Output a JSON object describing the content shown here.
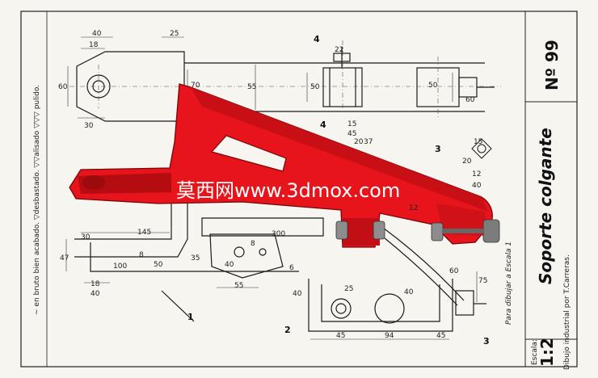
{
  "sheet": {
    "plate_number": "Nº 99",
    "title": "Soporte colgante",
    "instruction": "Para dibujar a Escala 1",
    "scale_label": "Escala:",
    "scale_value": "1:2",
    "author": "Dibujo industrial por T.Carreras.",
    "finish_legend": "∼ en bruto bien acabado. ▽desbastado. ▽▽alisado ▽▽▽ pulido.",
    "watermark": "莫西网www.3dmox.com"
  },
  "callouts": [
    "1",
    "2",
    "3",
    "3",
    "4",
    "4"
  ],
  "dimensions": [
    "40",
    "18",
    "25",
    "60",
    "30",
    "70",
    "55",
    "22",
    "50",
    "50",
    "60",
    "15",
    "45",
    "20",
    "37",
    "12",
    "300",
    "145",
    "30",
    "47",
    "100",
    "8",
    "50",
    "18",
    "40",
    "8",
    "40",
    "35",
    "55",
    "6",
    "40",
    "25",
    "40",
    "45",
    "94",
    "45",
    "75",
    "60",
    "15",
    "20",
    "12",
    "40"
  ],
  "colors": {
    "paper": "#f6f5f0",
    "line": "#1a1a1a",
    "part_fill": "#e8141b",
    "part_shade": "#9c0a0e",
    "bolt": "#8d8d8d",
    "watermark": "#ffffff"
  }
}
